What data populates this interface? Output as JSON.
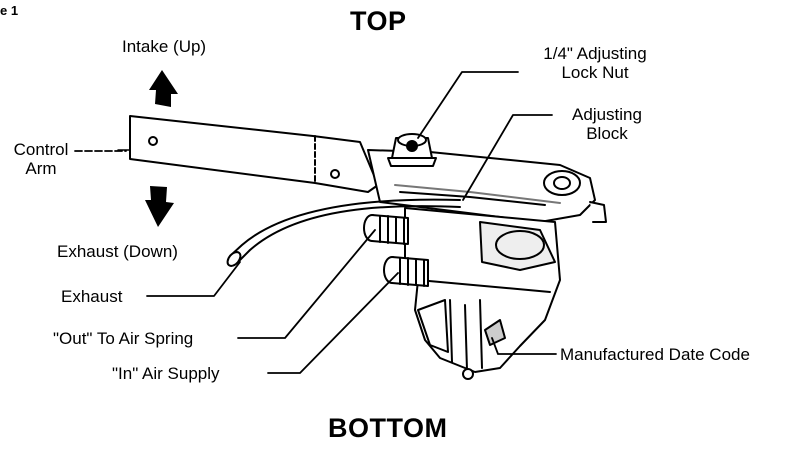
{
  "figure_label": "e 1",
  "orientation": {
    "top": "TOP",
    "bottom": "BOTTOM"
  },
  "labels": {
    "intake": "Intake (Up)",
    "control_arm_1": "Control",
    "control_arm_2": "Arm",
    "exhaust_down": "Exhaust (Down)",
    "exhaust": "Exhaust",
    "out_air_spring": "\"Out\" To Air Spring",
    "in_air_supply": "\"In\" Air Supply",
    "lock_nut_1": "1/4\" Adjusting",
    "lock_nut_2": "Lock Nut",
    "adjusting_block_1": "Adjusting",
    "adjusting_block_2": "Block",
    "date_code": "Manufactured Date Code"
  },
  "colors": {
    "ink": "#000000",
    "paper": "#ffffff",
    "shade": "#d8d8d8"
  }
}
